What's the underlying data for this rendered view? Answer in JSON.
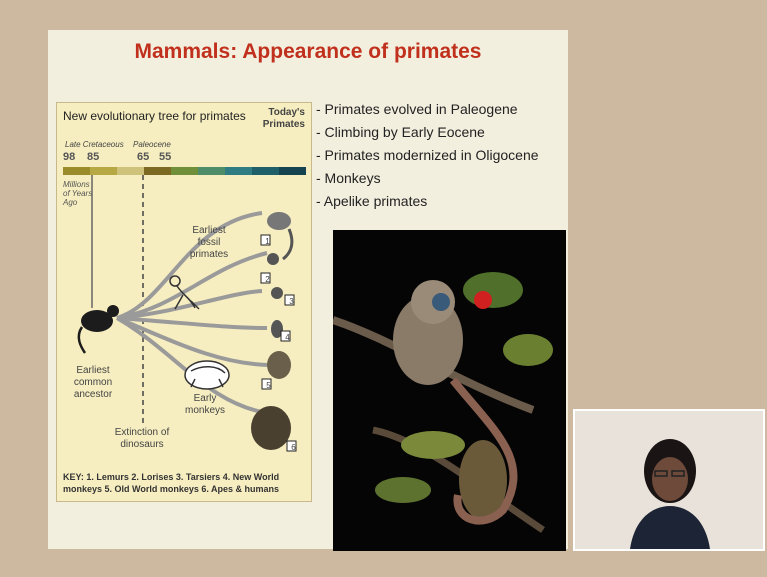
{
  "slide": {
    "title": "Mammals: Appearance of primates",
    "bullets": [
      "- Primates evolved in Paleogene",
      "- Climbing by Early Eocene",
      "- Primates modernized in Oligocene",
      "- Monkeys",
      "- Apelike primates"
    ]
  },
  "tree": {
    "title": "New evolutionary tree for primates",
    "today": "Today's Primates",
    "periods": [
      "Late Cretaceous",
      "Paleocene"
    ],
    "times": [
      "98",
      "85",
      "65",
      "55"
    ],
    "mya": "Millions of Years Ago",
    "ancestor": "Earliest common ancestor",
    "fossil": "Earliest fossil primates",
    "monkeys": "Early monkeys",
    "extinction": "Extinction of dinosaurs",
    "numbers": [
      "1",
      "2",
      "3",
      "4",
      "5",
      "6"
    ],
    "key": "KEY: 1. Lemurs 2. Lorises 3. Tarsiers 4. New World monkeys 5. Old World monkeys 6. Apes & humans"
  },
  "colors": {
    "title": "#c0301c",
    "timebar": [
      "#9a8c2a",
      "#b6a842",
      "#cfc27a",
      "#7c6a22",
      "#6f8f3a",
      "#4e8c6a",
      "#2f7d83",
      "#1f5f6a",
      "#15434f"
    ]
  },
  "icons": [
    "tarsier-photo",
    "speaker-video",
    "primate-silhouette-icon"
  ]
}
